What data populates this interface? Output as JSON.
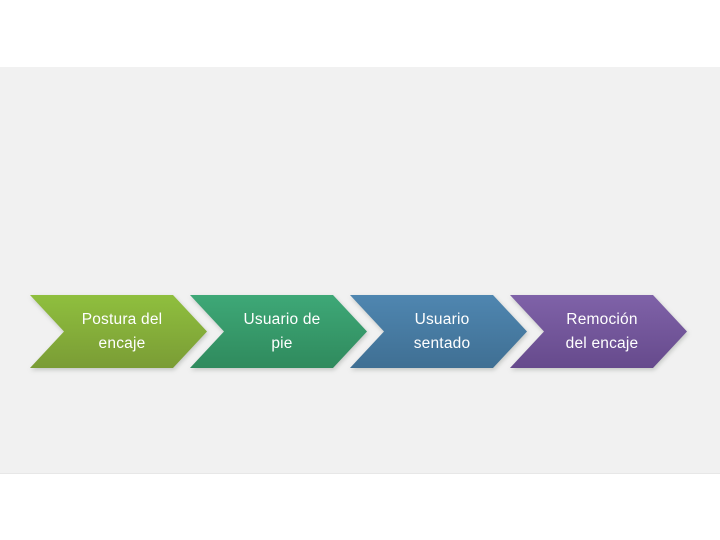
{
  "canvas": {
    "background": "#ffffff"
  },
  "slide": {
    "background": "#f1f1f1"
  },
  "diagram": {
    "type": "chevron-process",
    "text_color": "#ffffff",
    "steps": [
      {
        "label": "Postura del\nencaje",
        "color_top": "#8fbf3e",
        "color_bottom": "#7a9c35"
      },
      {
        "label": "Usuario de\npie",
        "color_top": "#3ea877",
        "color_bottom": "#2f8a5d"
      },
      {
        "label": "Usuario\nsentado",
        "color_top": "#4f86b0",
        "color_bottom": "#3f6f93"
      },
      {
        "label": "Remoción\ndel encaje",
        "color_top": "#7f62a8",
        "color_bottom": "#664a8c"
      }
    ]
  }
}
